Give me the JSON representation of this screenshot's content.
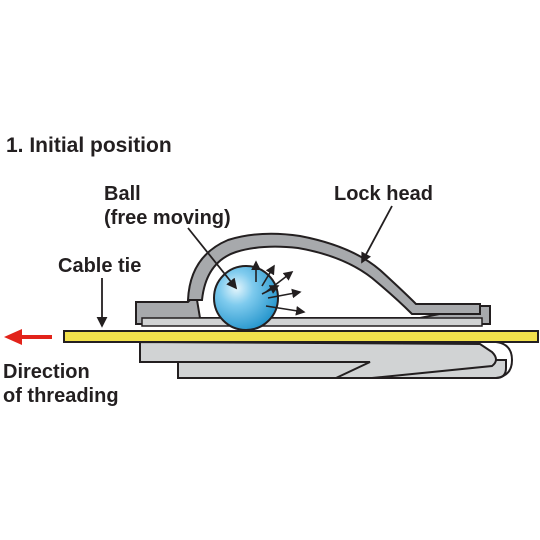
{
  "diagram": {
    "step_title": "1. Initial position",
    "labels": {
      "ball_line1": "Ball",
      "ball_line2": "(free moving)",
      "lock_head": "Lock head",
      "cable_tie": "Cable tie",
      "direction_line1": "Direction",
      "direction_line2": "of threading"
    },
    "colors": {
      "housing_gray": "#a7a9ac",
      "housing_light": "#d1d3d4",
      "outline": "#231f20",
      "cable_tie_yellow": "#f2e14c",
      "ball_blue": "#29a8e0",
      "ball_highlight": "#bfe6f7",
      "arrow_red": "#e2231a"
    }
  }
}
